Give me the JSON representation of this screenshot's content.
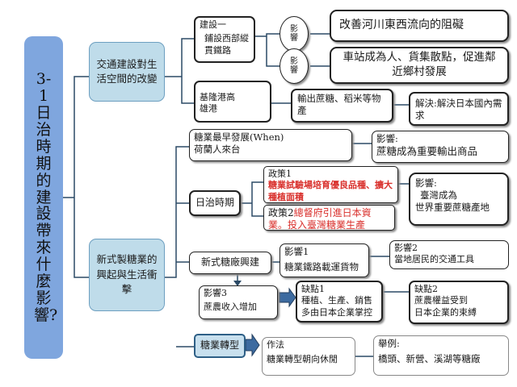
{
  "title": "3-1日治時期的建設帶來什麼影響?",
  "left_nodes": {
    "transport": "交通建設對生活空間的改變",
    "sugar": "新式製糖業的興起與生活衝擊"
  },
  "construction1": {
    "label": "建設一",
    "desc": "鋪設西部縱貫鐵路"
  },
  "effect_label": "影響",
  "effect_label2": "影響",
  "effect_a": "改善河川東西流向的阻礙",
  "effect_b": "車站成為人、貨集散點，促進鄰近鄉村發展",
  "ports": {
    "label": "基隆港高雄港",
    "export": "輸出蔗糖、稻米等物產",
    "solution": "解決:解決日本國內需求"
  },
  "earliest": {
    "line1": "糖業最早發展(When)",
    "line2": "荷蘭人來台"
  },
  "influence_export": {
    "label": "影響:",
    "text": "蔗糖成為重要輸出商品"
  },
  "japanese_era": "日治時期",
  "policy1": {
    "label": "政策1",
    "text": "糖業試驗場培育優良品種、擴大種植面積"
  },
  "policy2": {
    "label": "政策2",
    "text": "總督府引進日本資業。投入臺灣糖業生產"
  },
  "influence_world": {
    "label": "影響:",
    "line1": "臺灣成為",
    "line2": "世界重要蔗糖產地"
  },
  "new_factory": "新式糖廠興建",
  "impact1": {
    "label": "影響1",
    "text": "糖業鐵路載運貨物"
  },
  "impact2": {
    "label": "影響2",
    "text": "當地居民的交通工具"
  },
  "impact3": {
    "label": "影響3",
    "text": "蔗農收入增加"
  },
  "flaw1": {
    "label": "缺點1",
    "line1": "種植、生產、銷售",
    "line2": "多由日本企業掌控"
  },
  "flaw2": {
    "label": "缺點2",
    "line1": "蔗農權益受到",
    "line2": "日本企業的束縛"
  },
  "transform": "糖業轉型",
  "method": {
    "label": "作法",
    "text": "糖業轉型朝向休閒"
  },
  "example": {
    "label": "舉例:",
    "text": "橋頭、新營、溪湖等糖廠"
  }
}
